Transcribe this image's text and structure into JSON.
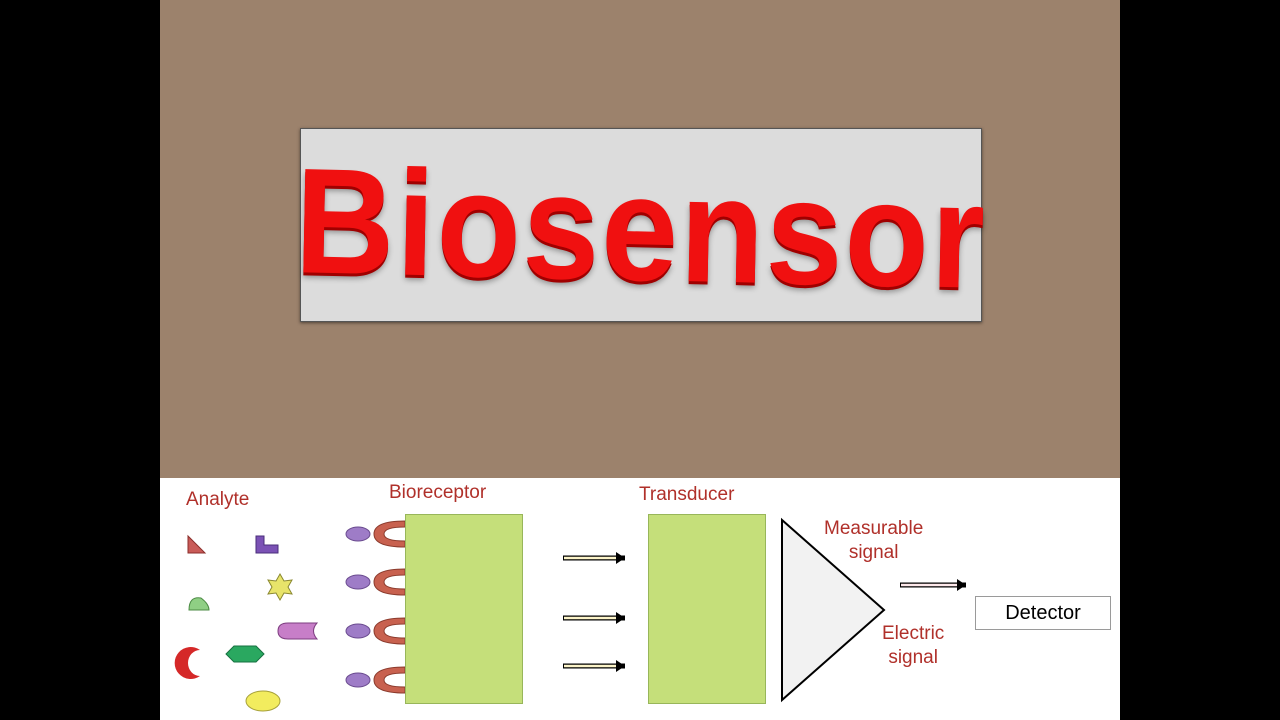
{
  "title": "Biosensor",
  "diagram": {
    "analyte_label": "Analyte",
    "bioreceptor_label": "Bioreceptor",
    "transducer_label": "Transducer",
    "measurable_signal_label": "Measurable\nsignal",
    "electric_signal_label": "Electric\nsignal",
    "detector_label": "Detector"
  },
  "colors": {
    "title_red": "#f01010",
    "slide_background": "#9c826c",
    "label_red": "#b0302a",
    "block_green": "#c5df7a"
  }
}
